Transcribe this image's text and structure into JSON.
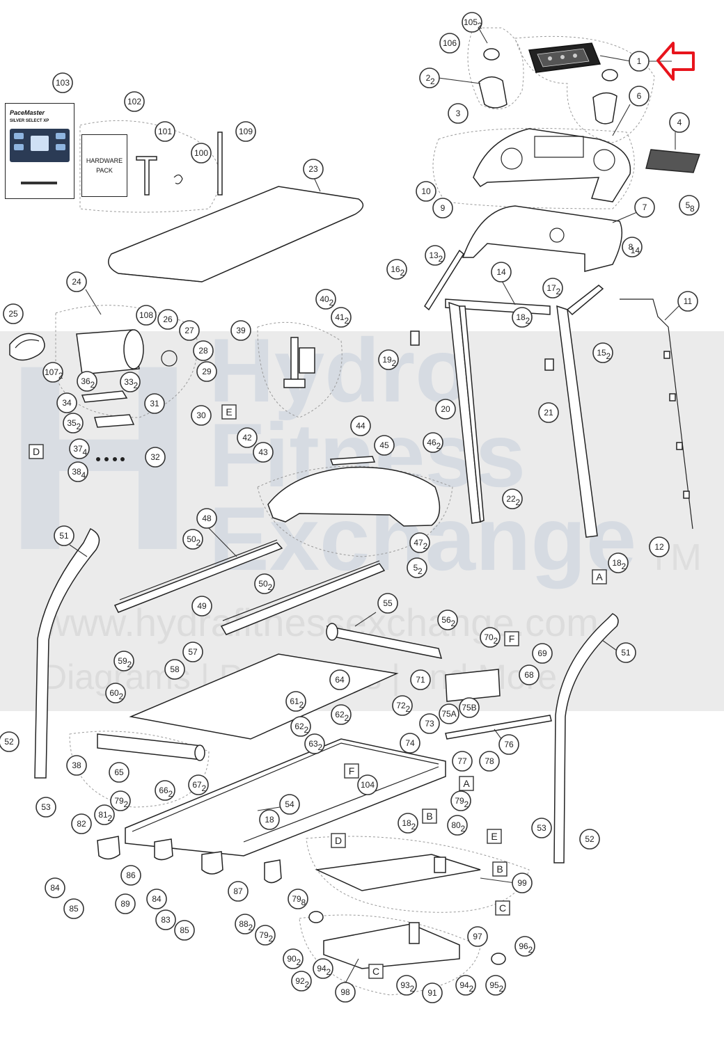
{
  "watermark": {
    "logo_letter": "H",
    "line1": "Hydro",
    "line2": "Fitness",
    "line3": "Exchange",
    "trademark": "TM",
    "url": "www.hydrafitnessexchange.com",
    "tagline": "Diagrams | Parts Lists | and More"
  },
  "manual": {
    "brand": "PaceMaster",
    "model": "SILVER SELECT XP"
  },
  "hardware_pack": {
    "label_line1": "HARDWARE",
    "label_line2": "PACK"
  },
  "highlight": {
    "target_callout": "1",
    "arrow_color": "#e8141c"
  },
  "colors": {
    "watermark_band": "#ebebeb",
    "line": "#222222",
    "arrow": "#e8141c"
  },
  "callouts": [
    {
      "label": "105",
      "sub": "2"
    },
    {
      "label": "106",
      "sub": ""
    },
    {
      "label": "1",
      "sub": ""
    },
    {
      "label": "2",
      "sub": "2"
    },
    {
      "label": "6",
      "sub": ""
    },
    {
      "label": "103",
      "sub": ""
    },
    {
      "label": "102",
      "sub": ""
    },
    {
      "label": "3",
      "sub": ""
    },
    {
      "label": "4",
      "sub": ""
    },
    {
      "label": "101",
      "sub": ""
    },
    {
      "label": "109",
      "sub": ""
    },
    {
      "label": "100",
      "sub": ""
    },
    {
      "label": "5",
      "sub": "8"
    },
    {
      "label": "10",
      "sub": ""
    },
    {
      "label": "9",
      "sub": ""
    },
    {
      "label": "23",
      "sub": ""
    },
    {
      "label": "7",
      "sub": ""
    },
    {
      "label": "8",
      "sub": "14"
    },
    {
      "label": "13",
      "sub": "2"
    },
    {
      "label": "16",
      "sub": "2"
    },
    {
      "label": "14",
      "sub": ""
    },
    {
      "label": "17",
      "sub": "2"
    },
    {
      "label": "24",
      "sub": ""
    },
    {
      "label": "40",
      "sub": "2"
    },
    {
      "label": "41",
      "sub": "2"
    },
    {
      "label": "11",
      "sub": ""
    },
    {
      "label": "25",
      "sub": ""
    },
    {
      "label": "108",
      "sub": ""
    },
    {
      "label": "26",
      "sub": ""
    },
    {
      "label": "18",
      "sub": "2"
    },
    {
      "label": "39",
      "sub": ""
    },
    {
      "label": "27",
      "sub": ""
    },
    {
      "label": "15",
      "sub": "2"
    },
    {
      "label": "28",
      "sub": ""
    },
    {
      "label": "19",
      "sub": "2"
    },
    {
      "label": "107",
      "sub": "2"
    },
    {
      "label": "29",
      "sub": ""
    },
    {
      "label": "36",
      "sub": "2"
    },
    {
      "label": "33",
      "sub": "2"
    },
    {
      "label": "31",
      "sub": ""
    },
    {
      "label": "34",
      "sub": ""
    },
    {
      "label": "20",
      "sub": ""
    },
    {
      "label": "21",
      "sub": ""
    },
    {
      "label": "30",
      "sub": ""
    },
    {
      "label": "35",
      "sub": "2"
    },
    {
      "label": "44",
      "sub": ""
    },
    {
      "label": "42",
      "sub": ""
    },
    {
      "label": "45",
      "sub": ""
    },
    {
      "label": "46",
      "sub": "2"
    },
    {
      "label": "37",
      "sub": "4"
    },
    {
      "label": "43",
      "sub": ""
    },
    {
      "label": "32",
      "sub": ""
    },
    {
      "label": "38",
      "sub": "4"
    },
    {
      "label": "22",
      "sub": "2"
    },
    {
      "label": "48",
      "sub": ""
    },
    {
      "label": "51",
      "sub": ""
    },
    {
      "label": "50",
      "sub": "2"
    },
    {
      "label": "47",
      "sub": "2"
    },
    {
      "label": "12",
      "sub": ""
    },
    {
      "label": "5",
      "sub": "2"
    },
    {
      "label": "18",
      "sub": "2"
    },
    {
      "label": "50",
      "sub": "2"
    },
    {
      "label": "49",
      "sub": ""
    },
    {
      "label": "55",
      "sub": ""
    },
    {
      "label": "56",
      "sub": "2"
    },
    {
      "label": "51",
      "sub": ""
    },
    {
      "label": "70",
      "sub": "2"
    },
    {
      "label": "57",
      "sub": ""
    },
    {
      "label": "69",
      "sub": ""
    },
    {
      "label": "59",
      "sub": "2"
    },
    {
      "label": "58",
      "sub": ""
    },
    {
      "label": "68",
      "sub": ""
    },
    {
      "label": "64",
      "sub": ""
    },
    {
      "label": "71",
      "sub": ""
    },
    {
      "label": "60",
      "sub": "2"
    },
    {
      "label": "61",
      "sub": "2"
    },
    {
      "label": "75A",
      "sub": ""
    },
    {
      "label": "75B",
      "sub": ""
    },
    {
      "label": "62",
      "sub": "2"
    },
    {
      "label": "72",
      "sub": "2"
    },
    {
      "label": "73",
      "sub": ""
    },
    {
      "label": "62",
      "sub": "2"
    },
    {
      "label": "52",
      "sub": ""
    },
    {
      "label": "74",
      "sub": ""
    },
    {
      "label": "76",
      "sub": ""
    },
    {
      "label": "63",
      "sub": "2"
    },
    {
      "label": "77",
      "sub": ""
    },
    {
      "label": "78",
      "sub": ""
    },
    {
      "label": "38",
      "sub": ""
    },
    {
      "label": "65",
      "sub": ""
    },
    {
      "label": "66",
      "sub": "2"
    },
    {
      "label": "67",
      "sub": "2"
    },
    {
      "label": "104",
      "sub": ""
    },
    {
      "label": "79",
      "sub": "2"
    },
    {
      "label": "53",
      "sub": ""
    },
    {
      "label": "79",
      "sub": "2"
    },
    {
      "label": "54",
      "sub": ""
    },
    {
      "label": "18",
      "sub": ""
    },
    {
      "label": "81",
      "sub": "2"
    },
    {
      "label": "18",
      "sub": "2"
    },
    {
      "label": "80",
      "sub": "2"
    },
    {
      "label": "82",
      "sub": ""
    },
    {
      "label": "53",
      "sub": ""
    },
    {
      "label": "52",
      "sub": ""
    },
    {
      "label": "86",
      "sub": ""
    },
    {
      "label": "99",
      "sub": ""
    },
    {
      "label": "84",
      "sub": ""
    },
    {
      "label": "87",
      "sub": ""
    },
    {
      "label": "89",
      "sub": ""
    },
    {
      "label": "84",
      "sub": ""
    },
    {
      "label": "79",
      "sub": "8"
    },
    {
      "label": "85",
      "sub": ""
    },
    {
      "label": "83",
      "sub": ""
    },
    {
      "label": "85",
      "sub": ""
    },
    {
      "label": "88",
      "sub": "2"
    },
    {
      "label": "79",
      "sub": "2"
    },
    {
      "label": "97",
      "sub": ""
    },
    {
      "label": "96",
      "sub": "2"
    },
    {
      "label": "90",
      "sub": "2"
    },
    {
      "label": "94",
      "sub": "2"
    },
    {
      "label": "92",
      "sub": "2"
    },
    {
      "label": "98",
      "sub": ""
    },
    {
      "label": "93",
      "sub": "2"
    },
    {
      "label": "91",
      "sub": ""
    },
    {
      "label": "94",
      "sub": "2"
    },
    {
      "label": "95",
      "sub": "2"
    }
  ],
  "letter_boxes": [
    "E",
    "D",
    "A",
    "F",
    "F",
    "A",
    "B",
    "E",
    "D",
    "B",
    "C",
    "C"
  ]
}
